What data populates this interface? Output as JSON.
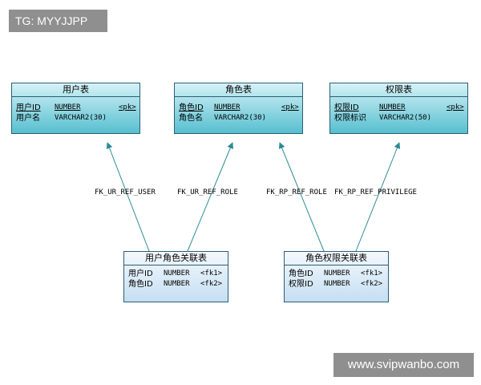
{
  "watermarks": {
    "top_left": "TG: MYYJJPP",
    "bottom_right": "www.svipwanbo.com"
  },
  "entities": {
    "user": {
      "title": "用户表",
      "rows": [
        {
          "name": "用户ID",
          "type": "NUMBER",
          "key": "<pk>"
        },
        {
          "name": "用户名",
          "type": "VARCHAR2(30)",
          "key": ""
        }
      ]
    },
    "role": {
      "title": "角色表",
      "rows": [
        {
          "name": "角色ID",
          "type": "NUMBER",
          "key": "<pk>"
        },
        {
          "name": "角色名",
          "type": "VARCHAR2(30)",
          "key": ""
        }
      ]
    },
    "priv": {
      "title": "权限表",
      "rows": [
        {
          "name": "权限ID",
          "type": "NUMBER",
          "key": "<pk>"
        },
        {
          "name": "权限标识",
          "type": "VARCHAR2(50)",
          "key": ""
        }
      ]
    },
    "user_role": {
      "title": "用户角色关联表",
      "rows": [
        {
          "name": "用户ID",
          "type": "NUMBER",
          "key": "<fk1>"
        },
        {
          "name": "角色ID",
          "type": "NUMBER",
          "key": "<fk2>"
        }
      ]
    },
    "role_priv": {
      "title": "角色权限关联表",
      "rows": [
        {
          "name": "角色ID",
          "type": "NUMBER",
          "key": "<fk1>"
        },
        {
          "name": "权限ID",
          "type": "NUMBER",
          "key": "<fk2>"
        }
      ]
    }
  },
  "relations": {
    "ur_user": "FK_UR_REF_USER",
    "ur_role": "FK_UR_REF_ROLE",
    "rp_role": "FK_RP_REF_ROLE",
    "rp_priv": "FK_RP_REF_PRIVILEGE"
  },
  "colors": {
    "entity_top": "#56bfd0",
    "link_top": "#c5def2",
    "line": "#2e8b96",
    "border": "#2a5f73"
  }
}
